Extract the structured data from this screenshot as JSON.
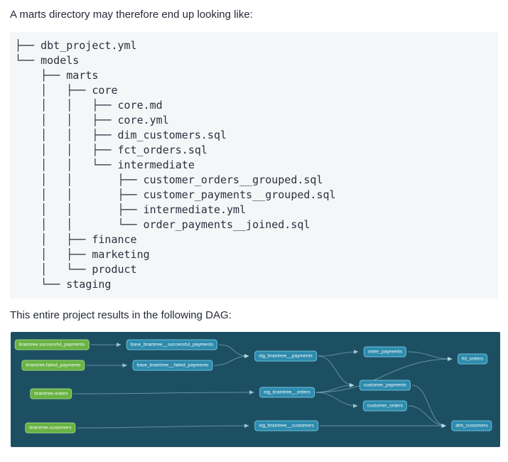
{
  "page": {
    "intro_text": "A marts directory may therefore end up looking like:",
    "dag_caption": "This entire project results in the following DAG:"
  },
  "code_block": {
    "background": "#f5f6f7",
    "text_color": "#2c3040",
    "lines": [
      "├── dbt_project.yml",
      "└── models",
      "    ├── marts",
      "    │   ├── core",
      "    │   │   ├── core.md",
      "    │   │   ├── core.yml",
      "    │   │   ├── dim_customers.sql",
      "    │   │   ├── fct_orders.sql",
      "    │   │   └── intermediate",
      "    │   │       ├── customer_orders__grouped.sql",
      "    │   │       ├── customer_payments__grouped.sql",
      "    │   │       ├── intermediate.yml",
      "    │   │       └── order_payments__joined.sql",
      "    │   ├── finance",
      "    │   ├── marketing",
      "    │   └── product",
      "    └── staging"
    ]
  },
  "dag": {
    "background": "#1d4f63",
    "colors": {
      "source_fill": "#68b242",
      "source_border": "#9ed47c",
      "model_fill": "#2e8bad",
      "model_border": "#6cc2dc",
      "node_text": "#ffffff",
      "edge": "#b9dde9"
    },
    "nodes": [
      {
        "id": "src_successful",
        "label": "braintree.successful_payments",
        "kind": "source"
      },
      {
        "id": "src_failed",
        "label": "braintree.failed_payments",
        "kind": "source"
      },
      {
        "id": "src_orders",
        "label": "braintree.orders",
        "kind": "source"
      },
      {
        "id": "src_customers",
        "label": "braintree.customers",
        "kind": "source"
      },
      {
        "id": "base_successful",
        "label": "base_braintree__successful_payments",
        "kind": "model"
      },
      {
        "id": "base_failed",
        "label": "base_braintree__failed_payments",
        "kind": "model"
      },
      {
        "id": "stg_payments",
        "label": "stg_braintree__payments",
        "kind": "model"
      },
      {
        "id": "stg_orders",
        "label": "stg_braintree__orders",
        "kind": "model"
      },
      {
        "id": "stg_customers",
        "label": "stg_braintree__customers",
        "kind": "model"
      },
      {
        "id": "order_payments",
        "label": "order_payments",
        "kind": "model"
      },
      {
        "id": "customer_payments",
        "label": "customer_payments",
        "kind": "model"
      },
      {
        "id": "customer_orders",
        "label": "customer_orders",
        "kind": "model"
      },
      {
        "id": "fct_orders",
        "label": "fct_orders",
        "kind": "model"
      },
      {
        "id": "dim_customers",
        "label": "dim_customers",
        "kind": "model"
      }
    ],
    "edges": [
      {
        "from": "src_successful",
        "to": "base_successful"
      },
      {
        "from": "src_failed",
        "to": "base_failed"
      },
      {
        "from": "base_successful",
        "to": "stg_payments"
      },
      {
        "from": "base_failed",
        "to": "stg_payments"
      },
      {
        "from": "src_orders",
        "to": "stg_orders"
      },
      {
        "from": "src_customers",
        "to": "stg_customers"
      },
      {
        "from": "stg_payments",
        "to": "order_payments"
      },
      {
        "from": "stg_payments",
        "to": "customer_payments"
      },
      {
        "from": "stg_orders",
        "to": "customer_payments"
      },
      {
        "from": "stg_orders",
        "to": "customer_orders"
      },
      {
        "from": "stg_orders",
        "to": "fct_orders"
      },
      {
        "from": "order_payments",
        "to": "fct_orders"
      },
      {
        "from": "customer_payments",
        "to": "dim_customers"
      },
      {
        "from": "customer_orders",
        "to": "dim_customers"
      },
      {
        "from": "stg_customers",
        "to": "dim_customers"
      }
    ]
  }
}
